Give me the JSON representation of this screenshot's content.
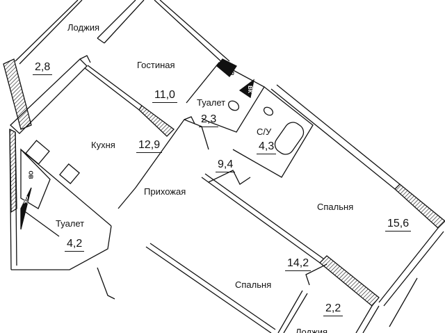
{
  "rooms": [
    {
      "id": "loggia-top",
      "name": "Лоджия",
      "area": "2,8"
    },
    {
      "id": "living",
      "name": "Гостиная",
      "area": "11,0"
    },
    {
      "id": "toilet-top",
      "name": "Туалет",
      "area": "2,3"
    },
    {
      "id": "bathroom",
      "name": "С/У",
      "area": "4,3"
    },
    {
      "id": "kitchen",
      "name": "Кухня",
      "area": "12,9"
    },
    {
      "id": "hall",
      "name": "Прихожая",
      "area": "9,4"
    },
    {
      "id": "toilet-left",
      "name": "Туалет",
      "area": "4,2"
    },
    {
      "id": "bedroom-right",
      "name": "Спальня",
      "area": "15,6"
    },
    {
      "id": "bedroom-bottom",
      "name": "Спальня",
      "area": "14,2"
    },
    {
      "id": "loggia-bottom",
      "name": "Лоджия",
      "area": "2,2"
    }
  ],
  "fixture_tags": {
    "ov": "ОВ",
    "vk": "ВК"
  }
}
